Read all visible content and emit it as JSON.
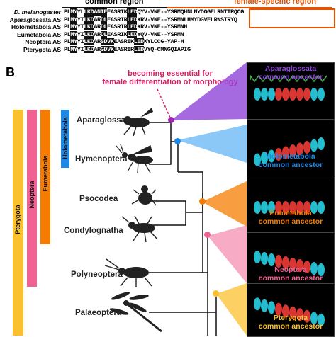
{
  "panelA": {
    "common_region_label": "common region",
    "female_region_label": "female-specific region",
    "rows": [
      {
        "species": "D. melanogaster",
        "italic": true,
        "pre": "PL",
        "hl1": "MY",
        "mid1": "YL",
        "hl2": "LKD",
        "mid2": "",
        "hl3": "ANIE",
        "mid3": "EASRIK",
        "hl4": "LED",
        "post": "QYV-VNE--YSRMQHNLNYDGGELRNTTRQCG"
      },
      {
        "species": "Aparaglossata AS",
        "italic": false,
        "pre": "PL",
        "hl1": "MY",
        "mid1": "YI",
        "hl2": "LKD",
        "mid2": "AR",
        "hl3": "DL",
        "mid3": "EASRIR",
        "hl4": "LED",
        "post": "KRV-VNE--YSRMNLHMYDGVELRNSTRYQ"
      },
      {
        "species": "Holometabola AS",
        "italic": false,
        "pre": "PL",
        "hl1": "MY",
        "mid1": "YI",
        "hl2": "LKD",
        "mid2": "AR",
        "hl3": "DL",
        "mid3": "EASRIR",
        "hl4": "LED",
        "post": "KRV-VNE--YSRMNH"
      },
      {
        "species": "Eumetabola AS",
        "italic": false,
        "pre": "PL",
        "hl1": "MY",
        "mid1": "YI",
        "hl2": "LKD",
        "mid2": "AR",
        "hl3": "DL",
        "mid3": "EASRIK",
        "hl4": "LED",
        "post": "YQV-VNE--YSRMN"
      },
      {
        "species": "Neoptera AS",
        "italic": false,
        "pre": "PL",
        "hl1": "MY",
        "mid1": "YI",
        "hl2": "LKD",
        "mid2": "AR",
        "hl3": "SDVK",
        "mid3": "EASRIK",
        "hl4": "LED",
        "post": "KYLCCG-YAP-H"
      },
      {
        "species": "Pterygota AS",
        "italic": false,
        "pre": "PL",
        "hl1": "MY",
        "mid1": "YI",
        "hl2": "LKD",
        "mid2": "AR",
        "hl3": "GDVK",
        "mid3": "EASRIR",
        "hl4": "LED",
        "post": "VYQ-CMNGQIAPIG"
      }
    ]
  },
  "panelB": {
    "label": "B",
    "callout": "becoming essential for\nfemale differentiation of morphology",
    "taxa": [
      "Aparaglossata",
      "Hymenoptera",
      "Psocodea",
      "Condylognatha",
      "Polyneoptera",
      "Palaeoptera"
    ],
    "bars": [
      {
        "label": "Pterygota",
        "color": "#fbc02d"
      },
      {
        "label": "Neoptera",
        "color": "#f06292"
      },
      {
        "label": "Eumetabola",
        "color": "#f57c00"
      },
      {
        "label": "Holometabola",
        "color": "#1e88e5"
      }
    ],
    "ancestors": [
      {
        "line1": "Aparaglossata",
        "line2": "common ancestor",
        "color": "#8e44d8"
      },
      {
        "line1": "Holometabola",
        "line2": "common ancestor",
        "color": "#1e88e5"
      },
      {
        "line1": "Eumetabola",
        "line2": "common ancestor",
        "color": "#f57c00"
      },
      {
        "line1": "Neoptera",
        "line2": "common ancestor",
        "color": "#f06292"
      },
      {
        "line1": "Pterygota",
        "line2": "common ancestor",
        "color": "#fbc02d"
      }
    ],
    "node_colors": {
      "apara": "#9c27b0",
      "holo": "#1e88e5",
      "eume": "#f57c00",
      "neo": "#f06292",
      "ptery": "#fbc02d"
    },
    "insect_icons": [
      "fly-icon",
      "wasp-icon",
      "louse-icon",
      "bug-icon",
      "cockroach-icon",
      "dragonfly-icon"
    ]
  }
}
